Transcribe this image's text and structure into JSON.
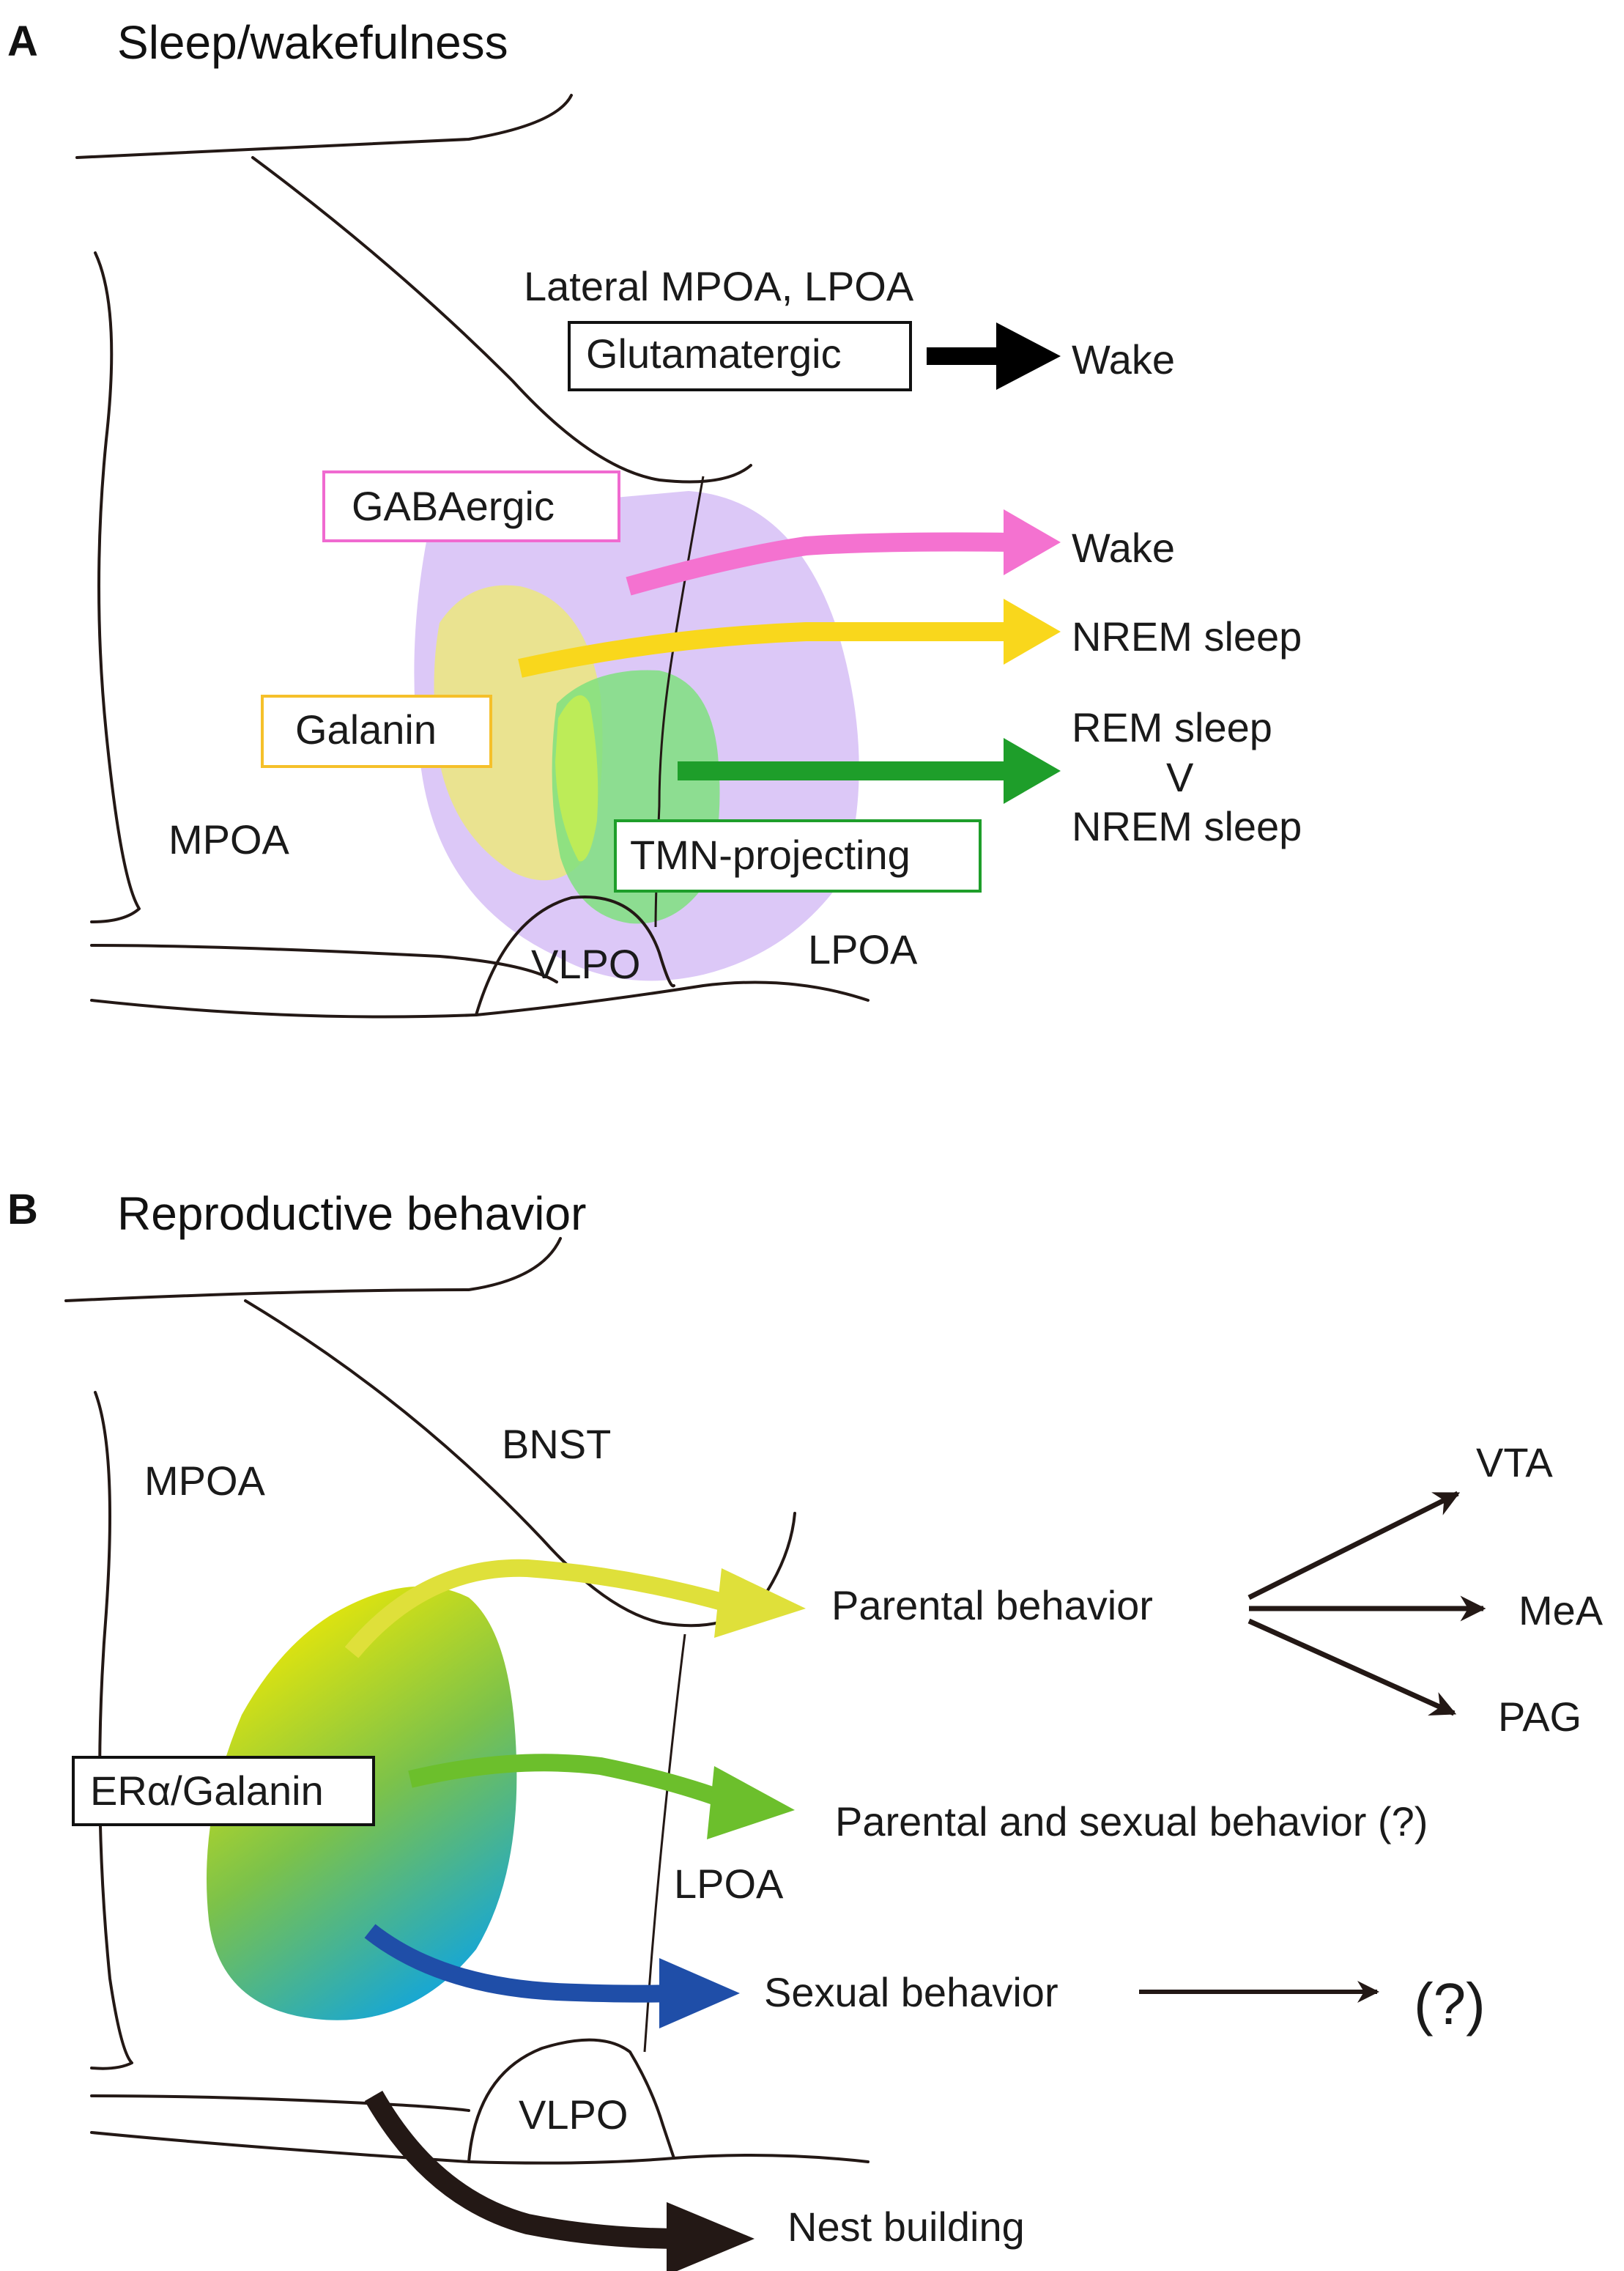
{
  "panel_a": {
    "letter": "A",
    "title": "Sleep/wakefulness",
    "region_labels": {
      "lateral": "Lateral MPOA, LPOA",
      "mpoa": "MPOA",
      "vlpo": "VLPO",
      "lpoa": "LPOA"
    },
    "boxes": {
      "glutamatergic": "Glutamatergic",
      "gabaergic": "GABAergic",
      "galanin": "Galanin",
      "tmn": "TMN-projecting"
    },
    "outputs": {
      "glut_wake": "Wake",
      "gaba_wake": "Wake",
      "galanin_nrem": "NREM sleep",
      "tmn_rem": "REM sleep",
      "tmn_v": "V",
      "tmn_nrem": "NREM sleep"
    },
    "colors": {
      "glutamatergic": "#000000",
      "gabaergic": "#f472d0",
      "galanin": "#f9d71c",
      "tmn": "#1e9e2a",
      "purple_region": "#dcc8f7",
      "yellow_region": "#eae58a",
      "green_region": "#8de08a"
    }
  },
  "panel_b": {
    "letter": "B",
    "title": "Reproductive behavior",
    "region_labels": {
      "bnst": "BNST",
      "mpoa": "MPOA",
      "lpoa": "LPOA",
      "vlpo": "VLPO"
    },
    "boxes": {
      "era_galanin": "ERα/Galanin"
    },
    "outputs": {
      "parental": "Parental behavior",
      "parental_sexual": "Parental and sexual behavior (?)",
      "sexual": "Sexual behavior",
      "sexual_target": "(?)",
      "nest": "Nest building",
      "vta": "VTA",
      "mea": "MeA",
      "pag": "PAG"
    },
    "colors": {
      "parental": "#dfe03a",
      "parental_sexual": "#6cbf2c",
      "sexual": "#1f4ea8",
      "nest": "#231815",
      "gradient_top": "#f7ec00",
      "gradient_mid": "#7cc24a",
      "gradient_bottom": "#0aa3e6"
    }
  }
}
